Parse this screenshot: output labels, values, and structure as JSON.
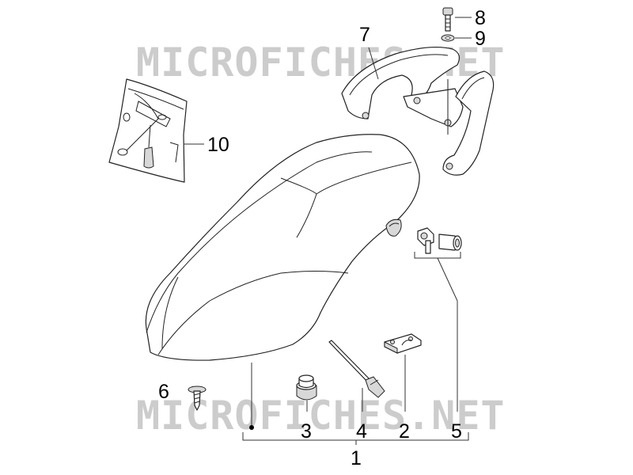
{
  "watermark": {
    "text": "MICROFICHES.NET",
    "color": "#cccccc"
  },
  "callouts": {
    "c1": "1",
    "c2": "2",
    "c3": "3",
    "c4": "4",
    "c5": "5",
    "c6": "6",
    "c7": "7",
    "c8": "8",
    "c9": "9",
    "c10": "10"
  },
  "parts": {
    "seat": "seat-icon",
    "grab_rail": "grab-rail-icon",
    "tool_kit": "tool-kit-icon",
    "bolt": "bolt-icon",
    "washer": "washer-icon",
    "screw": "screw-icon",
    "rubber_buffer": "rubber-buffer-icon",
    "cable_tie": "cable-tie-icon",
    "lock_plate": "lock-plate-icon",
    "hinge_pin": "hinge-pin-icon"
  }
}
